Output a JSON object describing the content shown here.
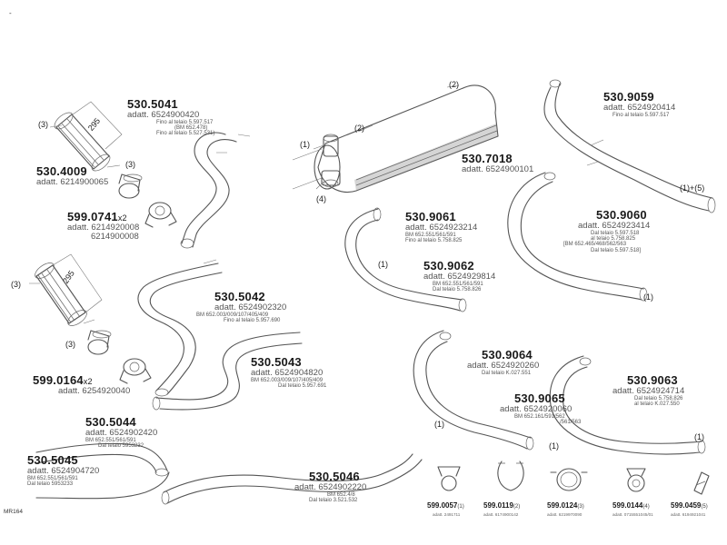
{
  "corner_mark": "-",
  "diagram_code": "MR164",
  "dimension_label": "295",
  "parts": [
    {
      "key": "p5041",
      "number": "530.5041",
      "adatt": "adatt. 6524900420",
      "notes": [
        "Fino al telaio 5.597.517",
        "(BM 652.478)",
        "Fino al telaio 5.527.531)"
      ]
    },
    {
      "key": "p4009",
      "number": "530.4009",
      "adatt": "adatt. 6214900065",
      "notes": []
    },
    {
      "key": "p0741",
      "number": "599.0741",
      "qty": "x2",
      "adatt": "adatt. 6214920008",
      "adatt2": "6214900008",
      "notes": []
    },
    {
      "key": "p7018",
      "number": "530.7018",
      "adatt": "adatt. 6524900101",
      "notes": []
    },
    {
      "key": "p9059",
      "number": "530.9059",
      "adatt": "adatt. 6524920414",
      "notes": [
        "Fino al telaio 5.597.517"
      ]
    },
    {
      "key": "p9061",
      "number": "530.9061",
      "adatt": "adatt. 6524923214",
      "notes": [
        "BM 652.551/561/591",
        "Fino al telaio 5.758.825"
      ]
    },
    {
      "key": "p9060",
      "number": "530.9060",
      "adatt": "adatt. 6524923414",
      "notes": [
        "Dal telaio 5.597.518",
        "al telaio 5.758.825",
        "[BM 652.465/468/562/563",
        "Dal telaio 5.597.518]"
      ]
    },
    {
      "key": "p9062",
      "number": "530.9062",
      "adatt": "adatt. 6524929814",
      "notes": [
        "BM 652.551/561/591",
        "Dal telaio 5.758.826"
      ]
    },
    {
      "key": "p5042",
      "number": "530.5042",
      "adatt": "adatt. 6524902320",
      "notes": [
        "BM 652.003/009/107/405/409",
        "Fino al telaio 5.957.690"
      ]
    },
    {
      "key": "p5043",
      "number": "530.5043",
      "adatt": "adatt. 6524904820",
      "notes": [
        "BM 652.003/009/107/405/409",
        "Dal telaio 5.957.691"
      ]
    },
    {
      "key": "p0164",
      "number": "599.0164",
      "qty": "x2",
      "adatt": "adatt. 6254920040",
      "notes": []
    },
    {
      "key": "p9064",
      "number": "530.9064",
      "adatt": "adatt. 6524920260",
      "notes": [
        "Dal telaio K.027.551"
      ]
    },
    {
      "key": "p9065",
      "number": "530.9065",
      "adatt": "adatt. 6524920060",
      "notes": [
        "BM 652.161/591/562",
        "/561/563"
      ]
    },
    {
      "key": "p9063",
      "number": "530.9063",
      "adatt": "adatt. 6524924714",
      "notes": [
        "Dal telaio 5.758.826",
        "al telaio K.027.550"
      ]
    },
    {
      "key": "p5044",
      "number": "530.5044",
      "adatt": "adatt. 6524902420",
      "notes": [
        "BM 652.551/561/591",
        "Dal telaio 5953232"
      ]
    },
    {
      "key": "p5045",
      "number": "530.5045",
      "adatt": "adatt. 6524904720",
      "notes": [
        "BM 652.551/561/591",
        "Dal telaio 5953233"
      ]
    },
    {
      "key": "p5046",
      "number": "530.5046",
      "adatt": "adatt. 6524902220",
      "notes": [
        "BM 652.4/8",
        "Dal telaio 3.521.532"
      ]
    }
  ],
  "callouts": {
    "c3a": "(3)",
    "c3b": "(3)",
    "c3c": "(3)",
    "c3d": "(3)",
    "c2a": "(2)",
    "c2b": "(2)",
    "c1a": "(1)",
    "c4": "(4)",
    "c15": "(1)+(5)",
    "c1b": "(1)",
    "c1c": "(1)",
    "c1d": "(1)",
    "c1e": "(1)",
    "c1f": "(1)"
  },
  "clamps": [
    {
      "key": "k57",
      "number": "599.0057",
      "qty": "(1)",
      "adatt": "adatt. 2491711"
    },
    {
      "key": "k119",
      "number": "599.0119",
      "qty": "(2)",
      "adatt": "adatt. 6174900142"
    },
    {
      "key": "k124",
      "number": "599.0124",
      "qty": "(3)",
      "adatt": "adatt. 6219970090"
    },
    {
      "key": "k144",
      "number": "599.0144",
      "qty": "(4)",
      "adatt": "adatt. 0715551045/01"
    },
    {
      "key": "k459",
      "number": "599.0459",
      "qty": "(5)",
      "adatt": "adatt. 6194921041"
    }
  ]
}
